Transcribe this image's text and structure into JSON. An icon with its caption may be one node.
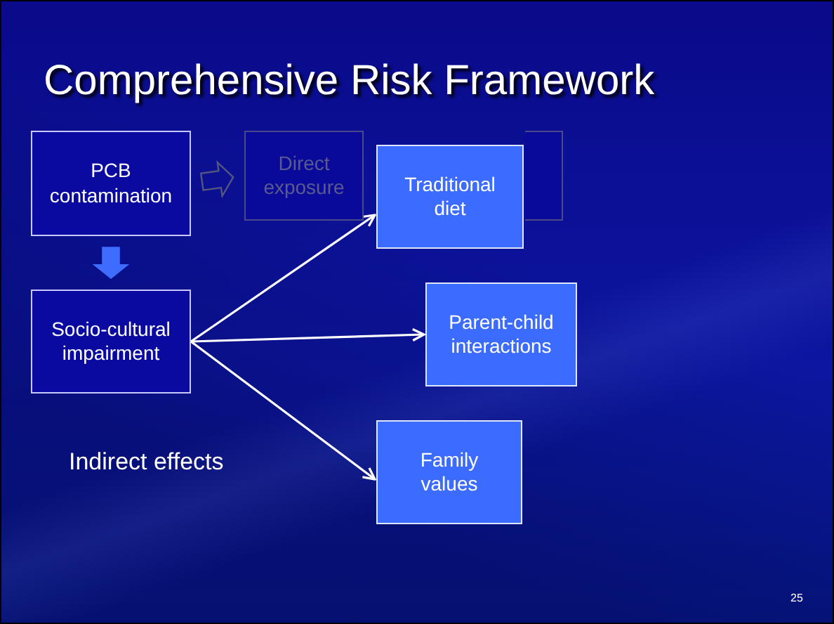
{
  "diagram": {
    "title": "Comprehensive Risk Framework",
    "nodes": [
      {
        "text": [
          "PCB contamination"
        ]
      },
      {
        "text": [
          "Direct exposure"
        ]
      },
      {
        "text": [],
        "shape": "box"
      },
      {
        "text": [
          "Socio-cultural impairment"
        ]
      },
      {
        "text": [
          "Traditional diet"
        ]
      },
      {
        "text": [
          "Parent-child interactions"
        ]
      },
      {
        "text": [
          "Family values"
        ]
      }
    ],
    "edges": [
      {
        "from": 0,
        "to": 1,
        "arrow": "to",
        "style": "thick",
        "color": "#55557f"
      },
      {
        "from": 0,
        "to": 3,
        "arrow": "to",
        "style": "thick",
        "color": "#3d6cff"
      },
      {
        "from": 3,
        "to": 4,
        "arrow": "to"
      },
      {
        "from": 3,
        "to": 5,
        "arrow": "to"
      },
      {
        "from": 3,
        "to": 6,
        "arrow": "to"
      }
    ],
    "labels": [
      "Indirect effects",
      "25"
    ]
  }
}
